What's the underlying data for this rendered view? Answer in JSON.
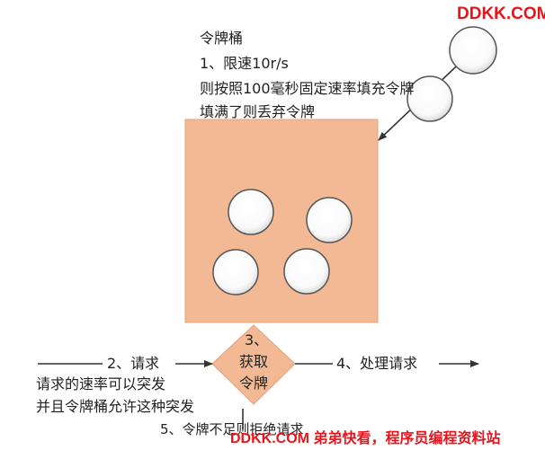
{
  "watermark_top": "DDKK.COM",
  "watermark_bottom": "DDKK.COM 弟弟快看，程序员编程资料站",
  "bucket": {
    "title": "令牌桶",
    "line1": "1、限速10r/s",
    "line2": "则按照100毫秒固定速率填充令牌",
    "line3": "填满了则丢弃令牌"
  },
  "request": {
    "label": "2、请求"
  },
  "burst": {
    "line1": "请求的速率可以突发",
    "line2": "并且令牌桶允许这种突发"
  },
  "acquire": {
    "line1": "3、",
    "line2": "获取",
    "line3": "令牌"
  },
  "process": {
    "label": "4、处理请求"
  },
  "reject": {
    "label": "5、令牌不足则拒绝请求"
  },
  "colors": {
    "bucket_fill": "#f2b994",
    "diamond_fill": "#f2b994",
    "token_fill": "#ffffff",
    "stroke": "#333333",
    "watermark": "#e8141b"
  }
}
